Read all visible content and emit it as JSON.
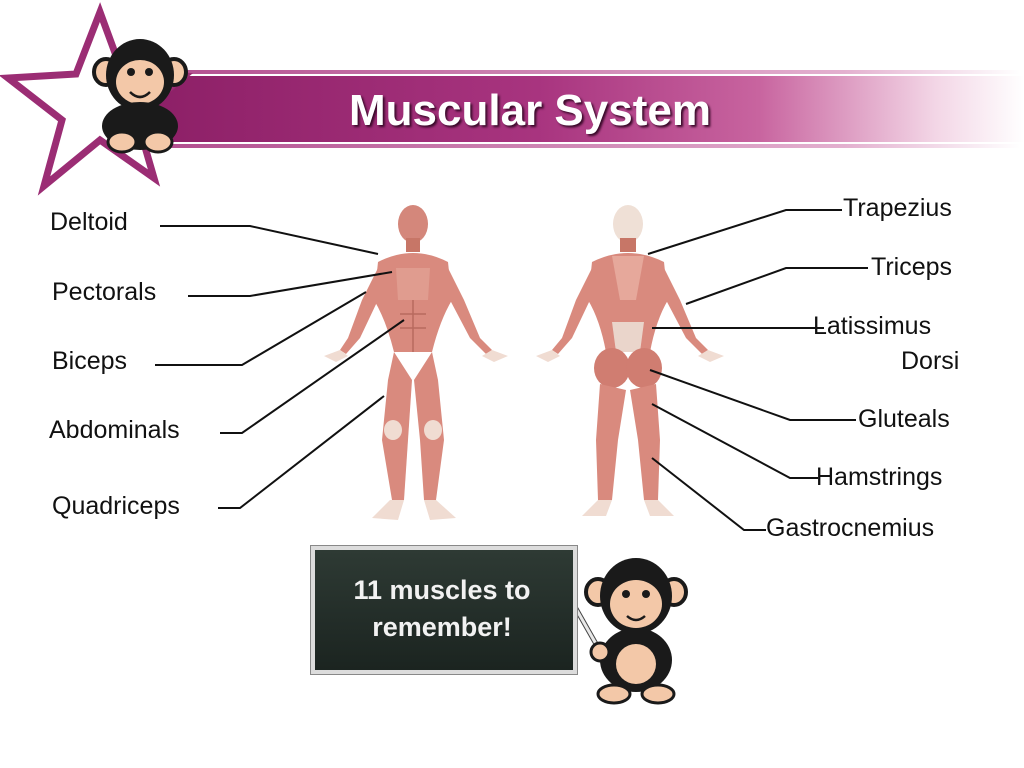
{
  "title": "Muscular System",
  "labels": {
    "deltoid": "Deltoid",
    "pectorals": "Pectorals",
    "biceps": "Biceps",
    "abdominals": "Abdominals",
    "quadriceps": "Quadriceps",
    "trapezius": "Trapezius",
    "triceps": "Triceps",
    "latissimus_1": "Latissimus",
    "latissimus_2": "Dorsi",
    "gluteals": "Gluteals",
    "hamstrings": "Hamstrings",
    "gastrocnemius": "Gastrocnemius"
  },
  "board": {
    "line1": "11 muscles to",
    "line2": "remember!"
  },
  "colors": {
    "banner": "#a8347f",
    "star": "#9b2d74",
    "muscle": "#d98a7e",
    "tendon": "#f0dcd2"
  }
}
